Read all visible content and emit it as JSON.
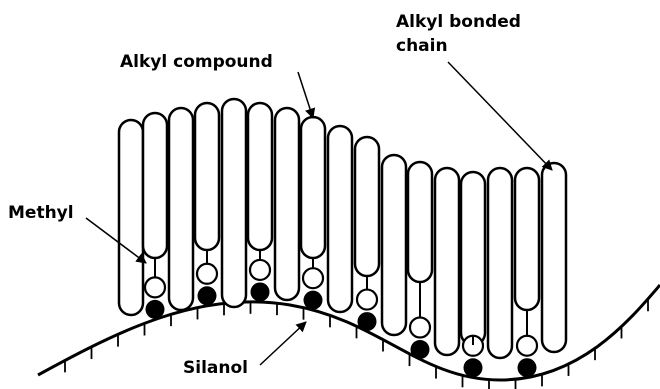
{
  "labels": {
    "alkyl_compound": "Alkyl compound",
    "alkyl_bonded_line1": "Alkyl bonded",
    "alkyl_bonded_line2": "chain",
    "methyl": "Methyl",
    "silanol": "Silanol"
  },
  "colors": {
    "ink": "#000000",
    "paper": "#ffffff"
  }
}
